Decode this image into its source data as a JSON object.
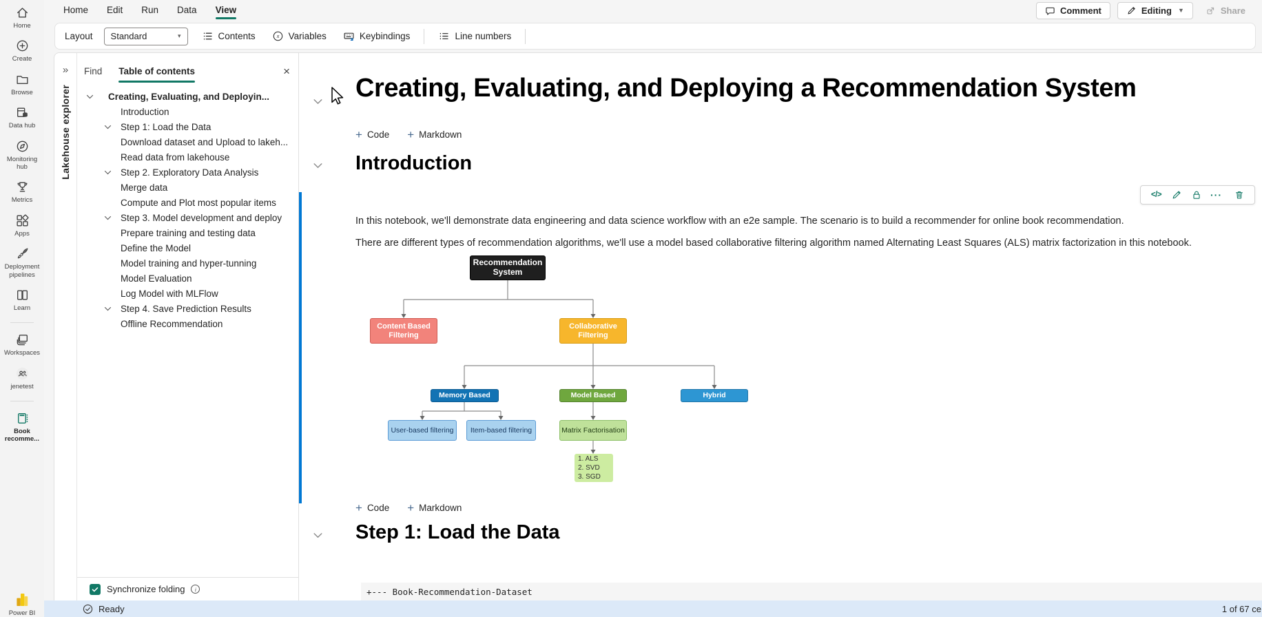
{
  "colors": {
    "accent": "#117865",
    "scroll_thumb": "#0078d4",
    "statusbar_bg": "#dce9f8",
    "keybindings_arrow": "#0f6cbd"
  },
  "rail": {
    "items": [
      {
        "label": "Home",
        "icon": "home-icon"
      },
      {
        "label": "Create",
        "icon": "plus-circle-icon"
      },
      {
        "label": "Browse",
        "icon": "folder-icon"
      },
      {
        "label": "Data hub",
        "icon": "database-icon"
      },
      {
        "label": "Monitoring hub",
        "icon": "compass-icon"
      },
      {
        "label": "Metrics",
        "icon": "trophy-icon"
      },
      {
        "label": "Apps",
        "icon": "apps-grid-icon"
      },
      {
        "label": "Deployment pipelines",
        "icon": "rocket-icon"
      },
      {
        "label": "Learn",
        "icon": "book-icon"
      },
      {
        "label": "Workspaces",
        "icon": "layers-icon"
      },
      {
        "label": "jenetest",
        "icon": "people-icon"
      },
      {
        "label": "Book recomme...",
        "icon": "notebook-icon"
      }
    ],
    "brand": "Power BI"
  },
  "menubar": {
    "items": [
      "Home",
      "Edit",
      "Run",
      "Data",
      "View"
    ],
    "active": "View",
    "comment": "Comment",
    "editing": "Editing",
    "share": "Share"
  },
  "toolbar": {
    "layout_label": "Layout",
    "layout_value": "Standard",
    "contents": "Contents",
    "variables": "Variables",
    "keybindings": "Keybindings",
    "line_numbers": "Line numbers"
  },
  "panel": {
    "expand_icon": "»",
    "vertical_label": "Lakehouse explorer",
    "tabs": {
      "find": "Find",
      "toc": "Table of contents"
    },
    "close": "×",
    "toc_items": [
      {
        "label": "Creating, Evaluating, and Deployin...",
        "type": "title",
        "chevron": true
      },
      {
        "label": "Introduction",
        "type": "item",
        "chevron": false
      },
      {
        "label": "Step 1: Load the Data",
        "type": "item",
        "chevron": true
      },
      {
        "label": "Download dataset and Upload to lakeh...",
        "type": "item",
        "chevron": false
      },
      {
        "label": "Read data from lakehouse",
        "type": "item",
        "chevron": false
      },
      {
        "label": "Step 2. Exploratory Data Analysis",
        "type": "item",
        "chevron": true
      },
      {
        "label": "Merge data",
        "type": "item",
        "chevron": false
      },
      {
        "label": "Compute and Plot most popular items",
        "type": "item",
        "chevron": false
      },
      {
        "label": "Step 3. Model development and deploy",
        "type": "item",
        "chevron": true
      },
      {
        "label": "Prepare training and testing data",
        "type": "item",
        "chevron": false
      },
      {
        "label": "Define the Model",
        "type": "item",
        "chevron": false
      },
      {
        "label": "Model training and hyper-tunning",
        "type": "item",
        "chevron": false
      },
      {
        "label": "Model Evaluation",
        "type": "item",
        "chevron": false
      },
      {
        "label": "Log Model with MLFlow",
        "type": "item",
        "chevron": false
      },
      {
        "label": "Step 4. Save Prediction Results",
        "type": "item",
        "chevron": true
      },
      {
        "label": "Offline Recommendation",
        "type": "item",
        "chevron": false
      }
    ],
    "sync_folding": "Synchronize folding"
  },
  "notebook": {
    "title": "Creating, Evaluating, and Deploying a Recommendation System",
    "add_code": "Code",
    "add_markdown": "Markdown",
    "intro_heading": "Introduction",
    "para1": "In this notebook, we'll demonstrate data engineering and data science workflow with an e2e sample. The scenario is to build a recommender for online book recommendation.",
    "para2": "There are different types of recommendation algorithms, we'll use a model based collaborative filtering algorithm named Alternating Least Squares (ALS) matrix factorization in this notebook.",
    "step1_heading": "Step 1: Load the Data",
    "code_line": "+--- Book-Recommendation-Dataset",
    "cell_toolbar": {
      "code": "</>",
      "more": "···"
    }
  },
  "diagram": {
    "nodes": {
      "root": {
        "label": "Recommendation System",
        "bg": "#1f1f1f",
        "border": "#000000",
        "fg": "#ffffff"
      },
      "content_based": {
        "label": "Content Based Filtering",
        "bg": "#f2837b",
        "border": "#cf5b52",
        "fg": "#ffffff"
      },
      "collaborative": {
        "label": "Collaborative Filtering",
        "bg": "#f7b62c",
        "border": "#d89c15",
        "fg": "#ffffff"
      },
      "memory": {
        "label": "Memory Based",
        "bg": "#1273b4",
        "border": "#0d5a90",
        "fg": "#ffffff"
      },
      "model": {
        "label": "Model Based",
        "bg": "#6fa73e",
        "border": "#558230",
        "fg": "#ffffff"
      },
      "hybrid": {
        "label": "Hybrid",
        "bg": "#2d96d3",
        "border": "#2276a8",
        "fg": "#ffffff"
      },
      "user": {
        "label": "User-based filtering",
        "bg": "#a9d2ef",
        "border": "#5b9bd5",
        "fg": "#17375e"
      },
      "item": {
        "label": "Item-based filtering",
        "bg": "#a9d2ef",
        "border": "#5b9bd5",
        "fg": "#17375e"
      },
      "matrix": {
        "label": "Matrix Factorisation",
        "bg": "#bfe19a",
        "border": "#8cbf67",
        "fg": "#1e3a12"
      },
      "als": {
        "lines": [
          "1. ALS",
          "2. SVD",
          "3. SGD"
        ],
        "bg": "#cdeca1",
        "fg": "#333333"
      }
    }
  },
  "statusbar": {
    "ready": "Ready",
    "cells": "1 of 67 ce"
  }
}
